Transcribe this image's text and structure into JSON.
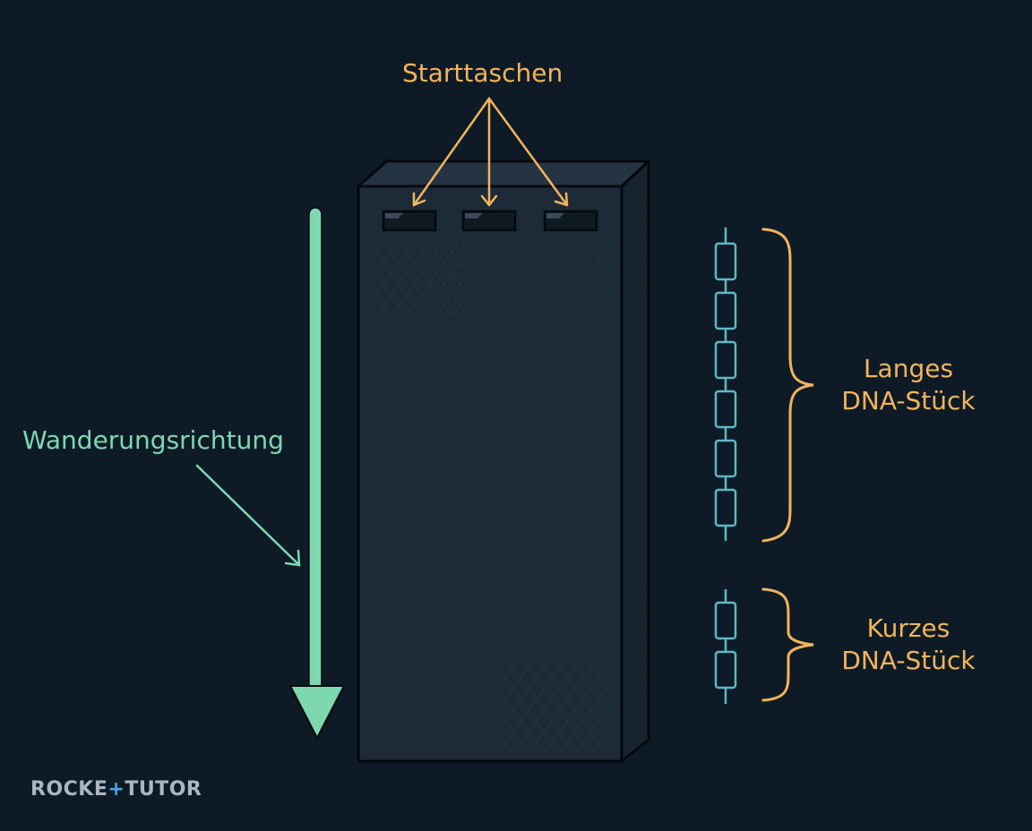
{
  "labels": {
    "wells": "Starttaschen",
    "direction": "Wanderungsrichtung",
    "long_line1": "Langes",
    "long_line2": "DNA-Stück",
    "short_line1": "Kurzes",
    "short_line2": "DNA-Stück"
  },
  "logo": {
    "part1": "ROCKE",
    "plus": "+",
    "part2": "TUTOR"
  },
  "colors": {
    "background": "#0e1b26",
    "label_orange": "#f2b45c",
    "arrow_green": "#7dd8b0",
    "band_cyan": "#35e4f0",
    "dna_strand": "#5fb7c7",
    "gel_front": "#1d2b38"
  },
  "dna_fragments": {
    "long_segments": 6,
    "short_segments": 2
  }
}
